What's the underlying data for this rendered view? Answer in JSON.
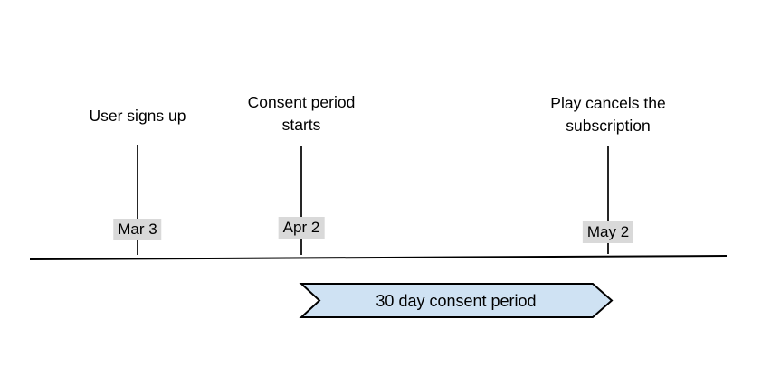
{
  "diagram": {
    "type": "timeline",
    "events": [
      {
        "title": "User signs up",
        "date": "Mar 3"
      },
      {
        "title": "Consent period starts",
        "date": "Apr 2"
      },
      {
        "title": "Play cancels the subscription",
        "date": "May 2"
      }
    ],
    "banner": {
      "label": "30 day consent period"
    },
    "colors": {
      "background": "#ffffff",
      "banner_fill": "#cfe2f3",
      "banner_stroke": "#000000",
      "date_badge_bg": "#d9d9d9",
      "line": "#000000",
      "text": "#000000"
    }
  }
}
